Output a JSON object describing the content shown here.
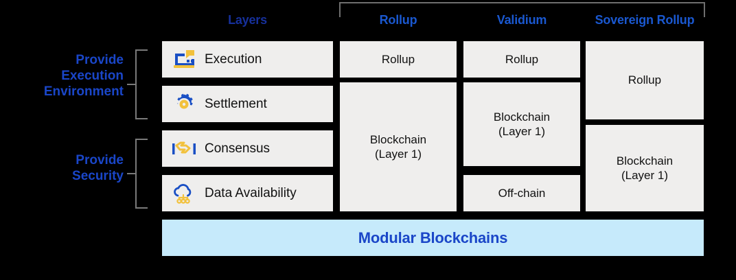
{
  "headers": {
    "layers": "Layers",
    "rollup": "Rollup",
    "validium": "Validium",
    "sovereign_rollup": "Sovereign Rollup"
  },
  "group_labels": {
    "execution_environment": "Provide\nExecution\nEnvironment",
    "security": "Provide\nSecurity"
  },
  "layers": [
    {
      "label": "Execution",
      "icon": "laptop-flag-icon"
    },
    {
      "label": "Settlement",
      "icon": "gear-icon"
    },
    {
      "label": "Consensus",
      "icon": "handshake-icon"
    },
    {
      "label": "Data Availability",
      "icon": "cloud-data-icon"
    }
  ],
  "columns": {
    "rollup": {
      "top": "Rollup",
      "main": "Blockchain\n(Layer 1)"
    },
    "validium": {
      "top": "Rollup",
      "middle": "Blockchain\n(Layer 1)",
      "bottom": "Off-chain"
    },
    "sovereign_rollup": {
      "top": "Rollup",
      "bottom": "Blockchain\n(Layer 1)"
    }
  },
  "footer": {
    "label": "Modular Blockchains"
  },
  "colors": {
    "background": "#000000",
    "box_fill": "#efeeed",
    "footer_fill": "#c6eafb",
    "header_blue": "#1a58d0",
    "layers_header_blue": "#16309b",
    "label_blue": "#1a46c8",
    "icon_blue": "#1a4fc4",
    "icon_yellow": "#f2c13c",
    "bracket_gray": "#7a7a7a"
  }
}
